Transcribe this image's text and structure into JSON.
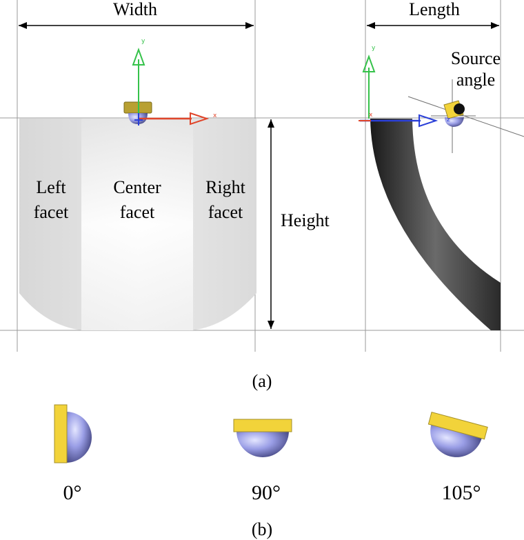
{
  "panel_a": {
    "width_label": "Width",
    "length_label": "Length",
    "height_label": "Height",
    "source_angle_label": [
      "Source",
      "angle"
    ],
    "facets": {
      "left": [
        "Left",
        "facet"
      ],
      "center": [
        "Center",
        "facet"
      ],
      "right": [
        "Right",
        "facet"
      ]
    },
    "axes": {
      "x": "x",
      "y": "y",
      "z": "z"
    },
    "caption": "(a)"
  },
  "panel_b": {
    "angles": [
      "0°",
      "90°",
      "105°"
    ],
    "caption": "(b)"
  },
  "colors": {
    "source_yellow": "#f2d33a",
    "dome_blue": "#9a9ee6",
    "axis_x": "#e0452a",
    "axis_y": "#35c24a",
    "axis_z": "#2a3fd8",
    "guide_gray": "#9a9a9a"
  }
}
